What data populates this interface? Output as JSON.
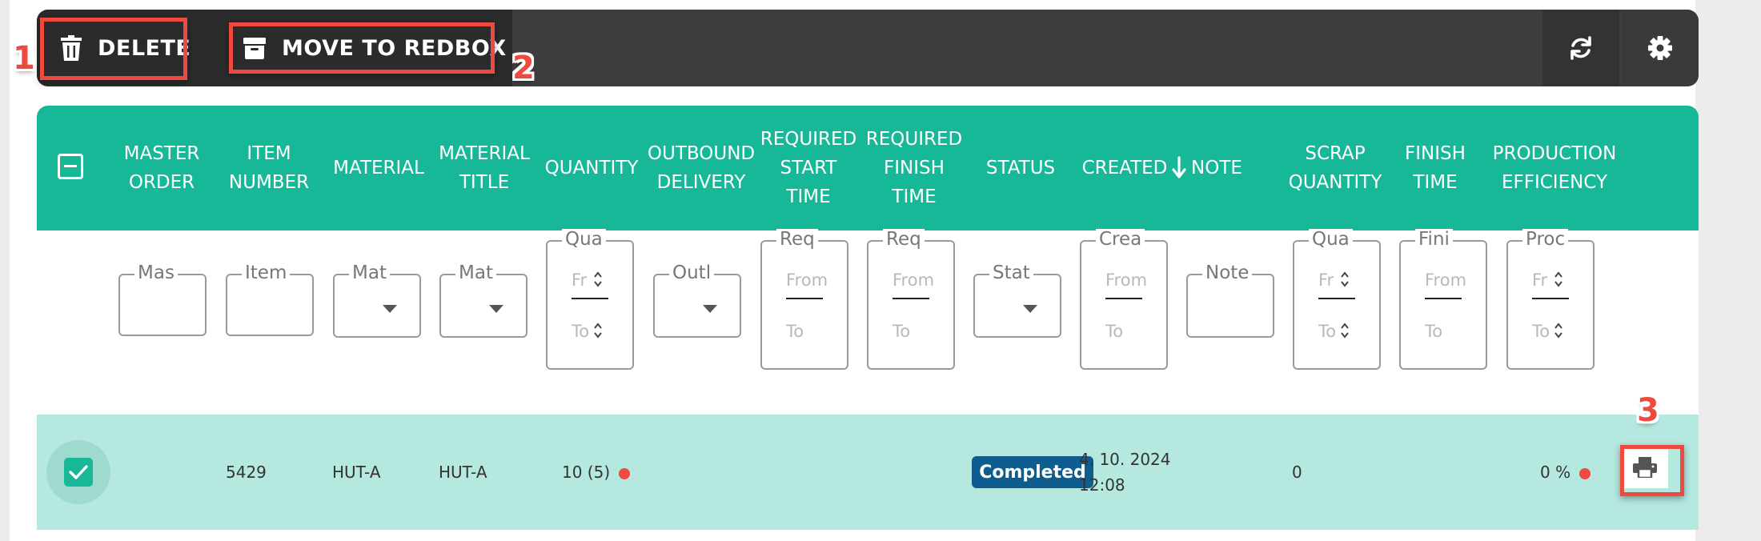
{
  "toolbar": {
    "delete_label": "DELETE",
    "move_label": "MOVE TO REDBOX",
    "refresh_icon": "refresh-icon",
    "settings_icon": "gear-icon"
  },
  "annotations": {
    "n1": "1",
    "n2": "2",
    "n3": "3"
  },
  "columns": [
    {
      "key": "master_order",
      "label": "MASTER\nORDER"
    },
    {
      "key": "item_number",
      "label": "ITEM\nNUMBER"
    },
    {
      "key": "material",
      "label": "MATERIAL"
    },
    {
      "key": "material_title",
      "label": "MATERIAL\nTITLE"
    },
    {
      "key": "quantity",
      "label": "QUANTITY"
    },
    {
      "key": "outbound_delivery",
      "label": "OUTBOUND\nDELIVERY"
    },
    {
      "key": "required_start_time",
      "label": "REQUIRED\nSTART\nTIME"
    },
    {
      "key": "required_finish_time",
      "label": "REQUIRED\nFINISH\nTIME"
    },
    {
      "key": "status",
      "label": "STATUS"
    },
    {
      "key": "created",
      "label": "CREATED"
    },
    {
      "key": "note",
      "label": "NOTE"
    },
    {
      "key": "scrap_quantity",
      "label": "SCRAP\nQUANTITY"
    },
    {
      "key": "finish_time",
      "label": "FINISH\nTIME"
    },
    {
      "key": "production_efficiency",
      "label": "PRODUCTION\nEFFICIENCY"
    }
  ],
  "filters": {
    "master_order": "Mas",
    "item_number": "Item",
    "material": "Mat",
    "material_title": "Mat",
    "quantity": "Qua",
    "outbound_delivery": "Outl",
    "required_start_time": "Req",
    "required_finish_time": "Req",
    "status": "Stat",
    "created": "Crea",
    "note": "Note",
    "scrap_quantity": "Qua",
    "finish_time": "Fini",
    "production_efficiency": "Proc",
    "from_short": "Fr",
    "to_short": "To",
    "from": "From",
    "to": "To"
  },
  "row": {
    "item_number": "5429",
    "material": "HUT-A",
    "material_title": "HUT-A",
    "quantity": "10 (5)",
    "status": "Completed",
    "created_date": "4. 10. 2024",
    "created_time": "12:08",
    "scrap_quantity": "0",
    "production_efficiency": "0 %",
    "selected": true
  },
  "colors": {
    "accent": "#17b898",
    "toolbar": "#3d3d3d",
    "row_selected": "#b5e8de",
    "status_badge": "#0f5c8e",
    "alert_dot": "#ee4b40",
    "annotation": "#ee4b40"
  }
}
